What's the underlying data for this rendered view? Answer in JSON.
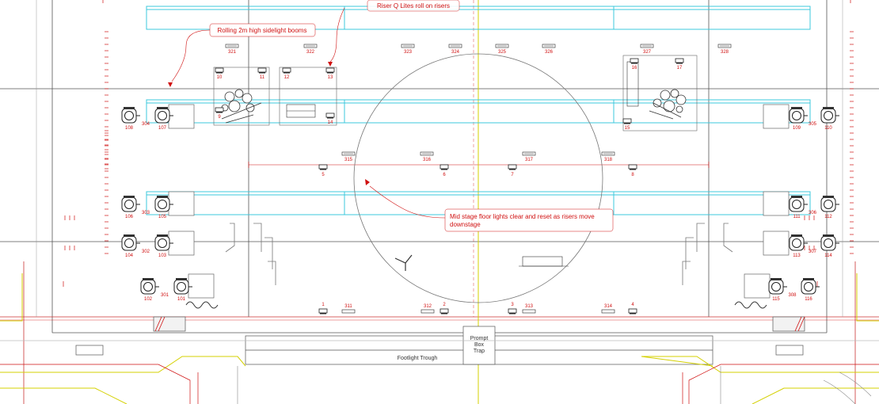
{
  "colors": {
    "riser": "#3cc8dc",
    "annotation": "#d01010",
    "centerline": "#d4d000",
    "linework": "#555555",
    "dim": "#d01010"
  },
  "annotations": [
    {
      "id": "riser-note",
      "text": "Riser Q Lites roll on risers"
    },
    {
      "id": "booms-note",
      "text": "Rolling 2m high sidelight booms"
    },
    {
      "id": "floor-note",
      "lines": [
        "Mid stage floor lights clear and reset as risers move",
        "downstage"
      ]
    }
  ],
  "labels": {
    "prompt_box": [
      "Prompt",
      "Box",
      "Trap"
    ],
    "footlight": "Footlight Trough"
  },
  "fixtures": {
    "top_row": [
      "321",
      "322",
      "323",
      "324",
      "325",
      "326",
      "327",
      "328"
    ],
    "upstage_left_cluster": [
      "10",
      "11",
      "12",
      "13",
      "9",
      "14"
    ],
    "upstage_right_cluster": [
      "16",
      "17",
      "15"
    ],
    "mid_row": [
      "315",
      "316",
      "317",
      "318"
    ],
    "mid_floor": [
      "5",
      "6",
      "7",
      "8"
    ],
    "front_row": [
      "1",
      "311",
      "312",
      "2",
      "3",
      "313",
      "314",
      "4"
    ],
    "booms_left": [
      "108",
      "304",
      "107",
      "106",
      "303",
      "105",
      "104",
      "302",
      "103",
      "102",
      "301",
      "101"
    ],
    "booms_right": [
      "109",
      "305",
      "110",
      "111",
      "306",
      "112",
      "113",
      "307",
      "114",
      "115",
      "308",
      "116"
    ]
  }
}
